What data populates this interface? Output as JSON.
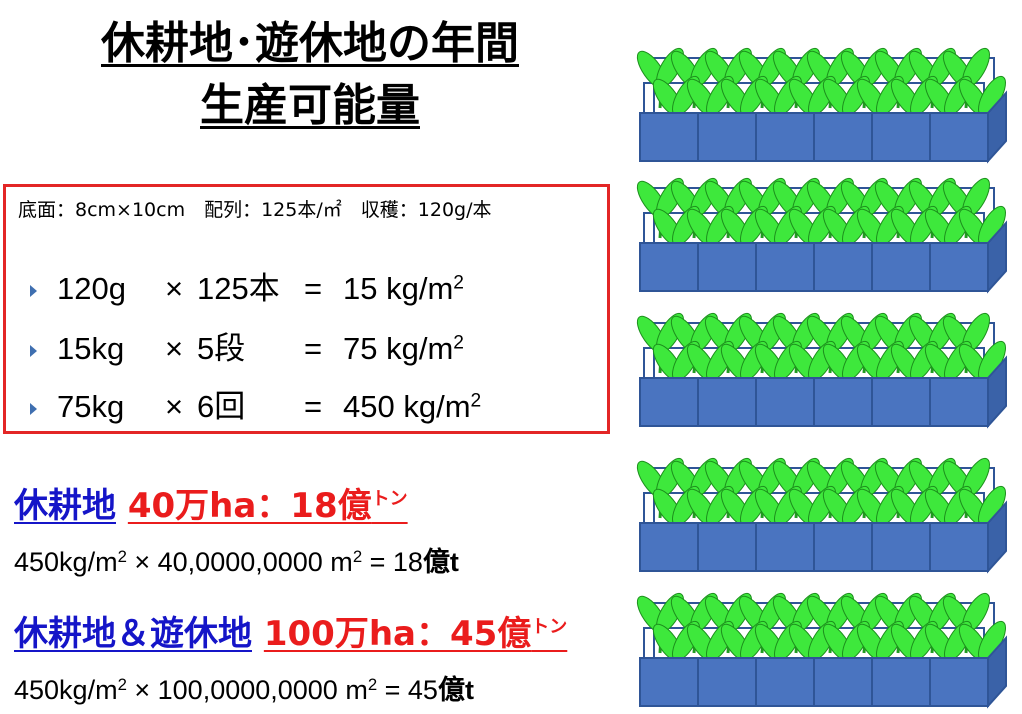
{
  "title": {
    "line1": "休耕地･遊休地の年間",
    "line2": "生産可能量"
  },
  "spec": {
    "text": "底面：8cm×10cm　配列：125本/㎡　収穫：120g/本"
  },
  "calculations": [
    {
      "a": "120g",
      "op": "×",
      "b": "125本",
      "eq": "=",
      "result": "15 kg/m",
      "sup": "2"
    },
    {
      "a": "15kg",
      "op": "×",
      "b": "5段",
      "eq": "=",
      "result": "75 kg/m",
      "sup": "2"
    },
    {
      "a": "75kg",
      "op": "×",
      "b": "6回",
      "eq": "=",
      "result": "450 kg/m",
      "sup": "2"
    }
  ],
  "section1": {
    "land": "休耕地",
    "value": "40万ha：18億",
    "unit": "トン",
    "eq_left": "450kg/m",
    "eq_mid": " × 40,0000,0000 m",
    "eq_right": " = 18",
    "eq_bold": "億t"
  },
  "section2": {
    "land": "休耕地＆遊休地",
    "value": "100万ha：45億",
    "unit": "トン",
    "eq_left": "450kg/m",
    "eq_mid": " × 100,0000,0000 m",
    "eq_right": " = 45",
    "eq_bold": "億t"
  },
  "colors": {
    "box_border": "#e32626",
    "heading_blue": "#1515c8",
    "heading_red": "#ea1c1c",
    "crate_blue": "#4a74c0",
    "leaf_green": "#3ee83c"
  },
  "illustration": {
    "name": "stacked-vegetable-rack-illustration",
    "tiers": 5
  }
}
